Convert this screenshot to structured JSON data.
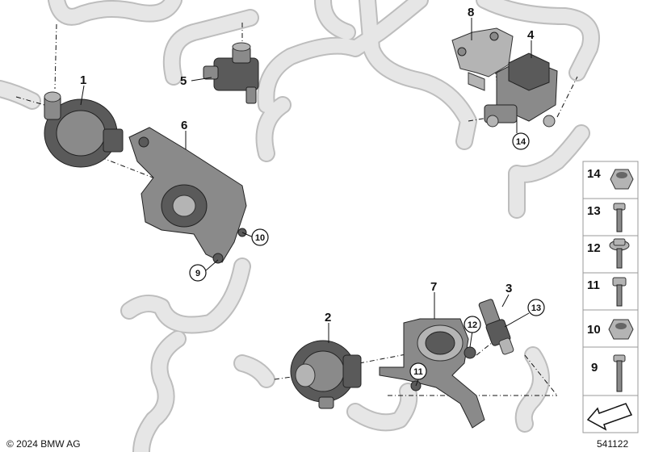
{
  "callouts": [
    {
      "id": "c1",
      "label": "1"
    },
    {
      "id": "c2",
      "label": "2"
    },
    {
      "id": "c3",
      "label": "3"
    },
    {
      "id": "c4",
      "label": "4"
    },
    {
      "id": "c5",
      "label": "5"
    },
    {
      "id": "c6",
      "label": "6"
    },
    {
      "id": "c7",
      "label": "7"
    },
    {
      "id": "c8",
      "label": "8"
    }
  ],
  "circled": [
    {
      "id": "k9",
      "label": "9"
    },
    {
      "id": "k10",
      "label": "10"
    },
    {
      "id": "k11",
      "label": "11"
    },
    {
      "id": "k12",
      "label": "12"
    },
    {
      "id": "k13",
      "label": "13"
    },
    {
      "id": "k14",
      "label": "14"
    }
  ],
  "side_panel": [
    "14",
    "13",
    "12",
    "11",
    "10",
    "9"
  ],
  "copyright": "© 2024 BMW AG",
  "diagram_number": "541122",
  "colors": {
    "hose": "#e6e6e6",
    "part": "#5a5a5a",
    "line": "#111111"
  }
}
